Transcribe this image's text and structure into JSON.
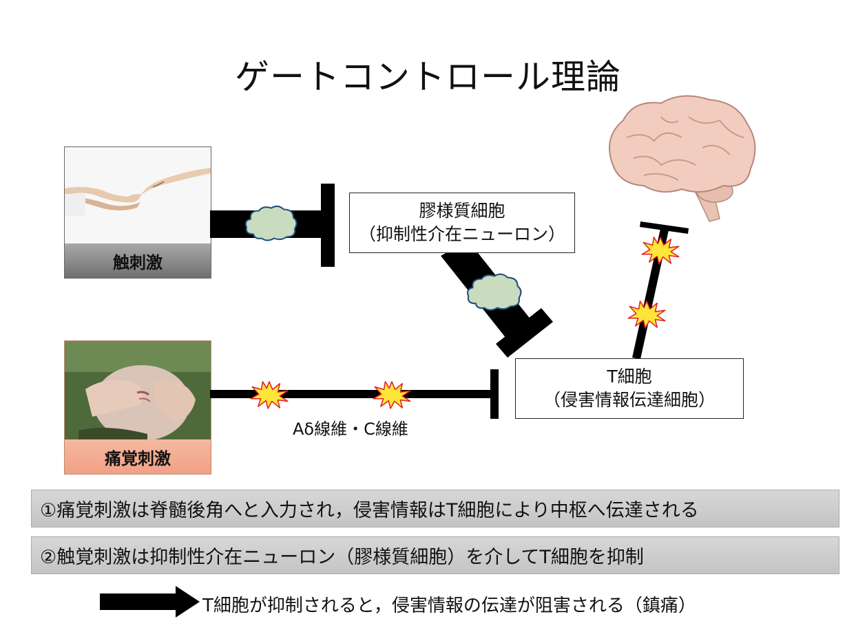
{
  "title": "ゲートコントロール理論",
  "touch_stimulus": {
    "label": "触刺激",
    "label_bar_color": "#8a8a8a"
  },
  "pain_stimulus": {
    "label": "痛覚刺激",
    "label_bar_color": "#f1a98e"
  },
  "interneuron_box": {
    "line1": "膠様質細胞",
    "line2": "（抑制性介在ニューロン）"
  },
  "t_cell_box": {
    "line1": "T細胞",
    "line2": "（侵害情報伝達細胞）"
  },
  "fiber_label": "Aδ線維・C線維",
  "statements": [
    "①痛覚刺激は脊髄後角へと入力され，侵害情報はT細胞により中枢へ伝達される",
    "②触覚刺激は抑制性介在ニューロン（膠様質細胞）を介してT細胞を抑制"
  ],
  "conclusion": "T細胞が抑制されると，侵害情報の伝達が阻害される（鎮痛）",
  "colors": {
    "pathway": "#000000",
    "cloud_fill": "#c9dcc0",
    "cloud_stroke": "#1f4e79",
    "signal_fill": "#ffe43a",
    "signal_stroke": "#e02020",
    "brain": "#f2cdbf"
  },
  "icons": [
    "hand-touch-photo",
    "knee-pain-photo",
    "brain-illustration",
    "cloud-icon",
    "signal-burst-icon",
    "arrow-right-icon"
  ]
}
